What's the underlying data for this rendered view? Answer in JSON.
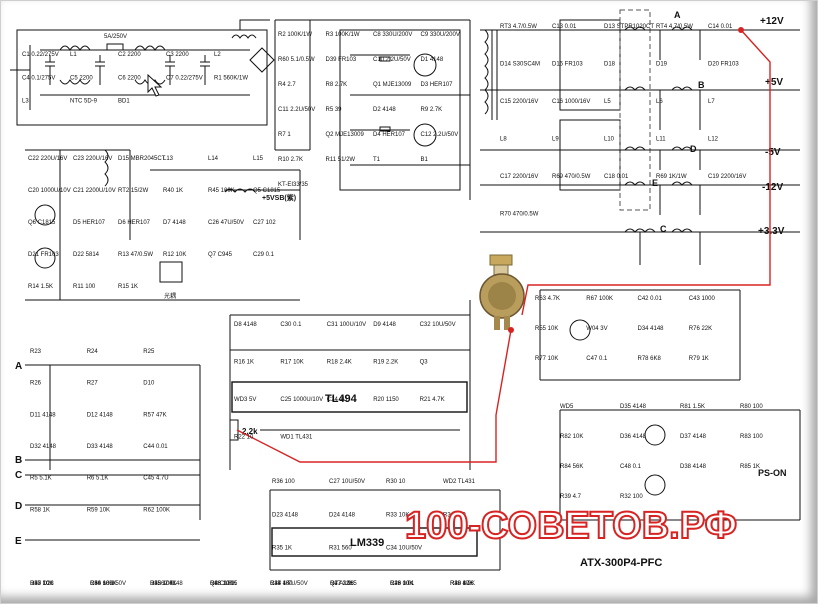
{
  "schematic": {
    "model": "ATX-300P4-PFC",
    "watermark": "100-СОВЕТОВ.РФ",
    "ic_tl494": "TL494",
    "ic_lm339": "LM339",
    "added_resistor": "2,2k",
    "fuse": "5A/250V",
    "standby_label": "+5VSB(紫)",
    "ps_on": "PS-ON",
    "inputs": [
      "A",
      "B",
      "C",
      "D",
      "E"
    ],
    "rails": [
      {
        "id": "p12",
        "text": "+12V"
      },
      {
        "id": "p5",
        "text": "+5V"
      },
      {
        "id": "m5",
        "text": "-5V"
      },
      {
        "id": "m12",
        "text": "-12V"
      },
      {
        "id": "p33",
        "text": "+3.3V"
      }
    ],
    "rail_letters": [
      "A",
      "B",
      "C",
      "D",
      "E"
    ],
    "parts": [
      "C1 0.22/275V",
      "L1",
      "C2 2200",
      "C3 2200",
      "L2",
      "C4 0.1/275V",
      "C5 2200",
      "C6 2200",
      "C7 0.22/275V",
      "R1 560K/1W",
      "L3",
      "NTC 5D-9",
      "BD1",
      "R2 100K/1W",
      "R3 100K/1W",
      "C8 330U/200V",
      "C9 330U/200V",
      "R60 5.1/0.5W",
      "D39 FR103",
      "C10 2.2U/50V",
      "D1 4148",
      "R4 2.7",
      "R8 2.7K",
      "Q1 MJE13009",
      "D3 HER107",
      "C11 2.2U/50V",
      "R5 39",
      "D2 4148",
      "R9 2.7K",
      "R7 1",
      "Q2 MJE13009",
      "D4 HER107",
      "C12 2.2U/50V",
      "R10 2.7K",
      "R11 51/2W",
      "T1",
      "B1",
      "KT-EI33/35",
      "RT3 4.7/0.5W",
      "C13 0.01",
      "D13 STPR1020CT",
      "RT4 4.7/0.5W",
      "C14 0.01",
      "D14 S30SC4M",
      "D16 FR103",
      "D18",
      "D19",
      "D20 FR103",
      "C15 2200/16V",
      "C16 1000/16V",
      "L5",
      "L6",
      "L7",
      "L8",
      "L9",
      "L10",
      "L11",
      "L12",
      "C17 2200/16V",
      "R69 470/0.5W",
      "C18 0.01",
      "R69 1K/1W",
      "C19 2200/16V",
      "R70 470/0.5W",
      "C22 220U/16V",
      "C23 220U/16V",
      "D15 MBR2045CT",
      "L13",
      "L14",
      "L15",
      "C20 1000U/10V",
      "C21 2200U/10V",
      "RT2 15/2W",
      "R40 1K",
      "R45 100K",
      "Q5 C1815",
      "Q6 C1815",
      "D5 HER107",
      "D6 HER107",
      "D7 4148",
      "C26 47U/50V",
      "C27 102",
      "D21 FR103",
      "D22 5814",
      "R13 47/0.5W",
      "R12 10K",
      "Q7 C945",
      "C29 0.1",
      "R14 1.5K",
      "R11 100",
      "R15 1K",
      "D8 4148",
      "C30 0.1",
      "C31 100U/10V",
      "D9 4148",
      "C32 10U/50V",
      "R16 1K",
      "R17 10K",
      "R18 2.4K",
      "R19 2.2K",
      "Q3",
      "WD3 5V",
      "C25 1000U/10V",
      "C24 1U",
      "R20 1150",
      "R21 4.7K",
      "R22 10",
      "WD1 TL431",
      "R23",
      "R24",
      "R25",
      "R26",
      "R27",
      "D10",
      "D11 4148",
      "D12 4148",
      "R57 47K",
      "D32 4148",
      "D33 4148",
      "C44 0.01",
      "R5 5.1K",
      "R6 5.1K",
      "C45 4.7U",
      "R58 1K",
      "R59 10K",
      "R62 100K",
      "R63 4.7K",
      "R67 100K",
      "C42 0.01",
      "C43 1000",
      "R55 10K",
      "W04 3V",
      "D34 4148",
      "R76 22K",
      "R77 10K",
      "C47 0.1",
      "R78 6K8",
      "R79 1K",
      "WD5",
      "D35 4148",
      "R81 1.5K",
      "R80 100",
      "R82 10K",
      "D36 4148",
      "D37 4148",
      "R83 100",
      "R84 56K",
      "C48 0.1",
      "D38 4148",
      "R85 1K",
      "R39 4.7",
      "R32 100",
      "R36 100",
      "C27 10U/50V",
      "R30 10",
      "WD2 TL431",
      "D23 4148",
      "D24 4148",
      "R33 10K",
      "R34 680",
      "R35 1K",
      "R31 560",
      "C34 10U/50V",
      "R23 10K",
      "R24 1K",
      "Q7 A1015",
      "R26 10K",
      "R28 10K",
      "D27 D28",
      "R36 680K",
      "R25 10K",
      "Q8 C1815",
      "C37 4.7U/50V",
      "R27 22K",
      "R28 10K",
      "R38 8.2K",
      "R43 10",
      "R44 10K",
      "R45 100K",
      "R46 100K",
      "R48 100",
      "R47 3.9K",
      "C49 0.01",
      "R49 47K",
      "R50 10K",
      "C50 10U/50V",
      "D5262 4148"
    ]
  }
}
